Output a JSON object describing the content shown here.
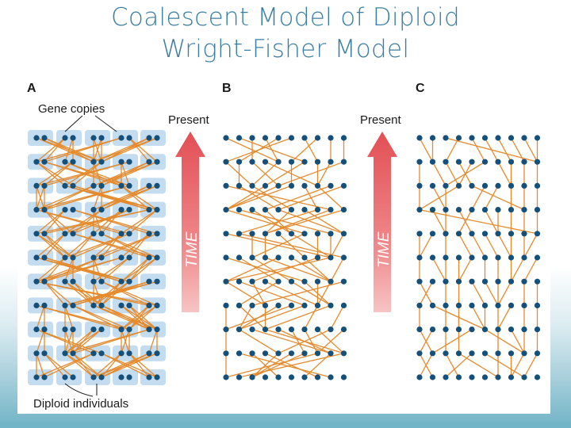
{
  "slide": {
    "title_line1": "Coalescent Model of Diploid",
    "title_line2": "Wright-Fisher Model"
  },
  "figure": {
    "panel_labels": [
      "A",
      "B",
      "C"
    ],
    "annotation_gene_copies": "Gene copies",
    "annotation_diploid_individuals": "Diploid individuals",
    "arrow_present_label": "Present",
    "arrow_time_label": "TIME",
    "generations_per_panel": 11,
    "individuals_per_generation_panel_a": 5,
    "gene_copies_per_generation": 10,
    "colors": {
      "dot": "#14507a",
      "lineage_line": "#e58a2c",
      "individual_box": "#c4dcef",
      "arrow": "#e8555a",
      "title": "#3a7ea1",
      "text": "#1a1a1a"
    }
  }
}
